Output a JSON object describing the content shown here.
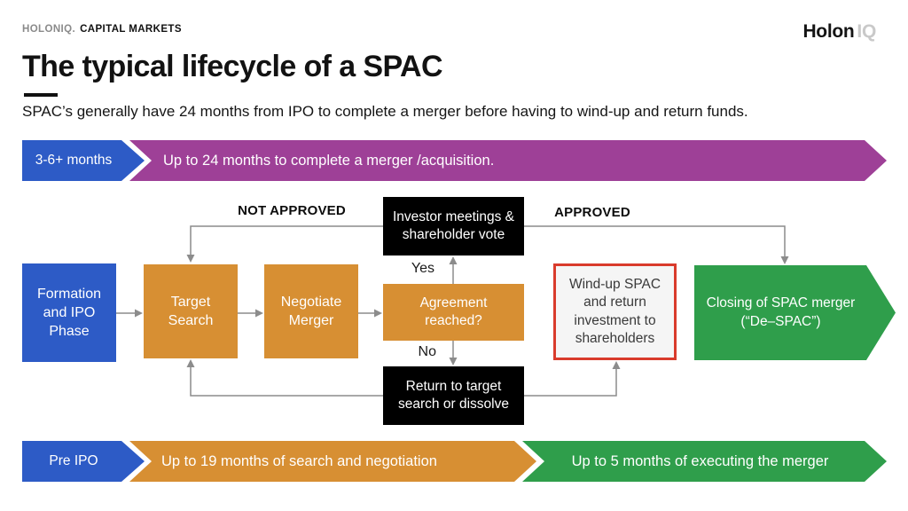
{
  "header": {
    "brand_primary": "HOLONIQ.",
    "brand_secondary": "CAPITAL MARKETS",
    "logo": {
      "black": "Holon",
      "gray": "IQ"
    },
    "title": "The typical lifecycle of a SPAC",
    "subtitle": "SPAC’s generally have 24 months from IPO to complete a merger before having to wind-up and return funds."
  },
  "timeline_top": {
    "phase_label": "3-6+ months",
    "bar_text": "Up to 24 months to complete a merger /acquisition."
  },
  "flowchart": {
    "labels": {
      "not_approved": "NOT APPROVED",
      "approved": "APPROVED",
      "yes": "Yes",
      "no": "No"
    },
    "boxes": {
      "formation": "Formation and IPO Phase",
      "target_search": "Target Search",
      "negotiate_merger": "Negotiate Merger",
      "investor_meetings": "Investor meetings & shareholder vote",
      "agreement_reached": "Agreement reached?",
      "return_dissolve": "Return to target search or dissolve",
      "windup": "Wind-up SPAC and return investment to shareholders",
      "closing_line1": "Closing of SPAC merger",
      "closing_line2": "(“De–SPAC”)"
    }
  },
  "timeline_bottom": {
    "phase_label": "Pre IPO",
    "orange_text": "Up to 19 months of search and negotiation",
    "green_text": "Up to 5 months of executing the merger"
  },
  "colors": {
    "blue": "#2d5bc6",
    "purple": "#9e4097",
    "orange": "#d78f33",
    "green": "#2f9e4b",
    "red_outline": "#d93b2c",
    "connector_gray": "#8c8c8c",
    "black": "#000000"
  }
}
